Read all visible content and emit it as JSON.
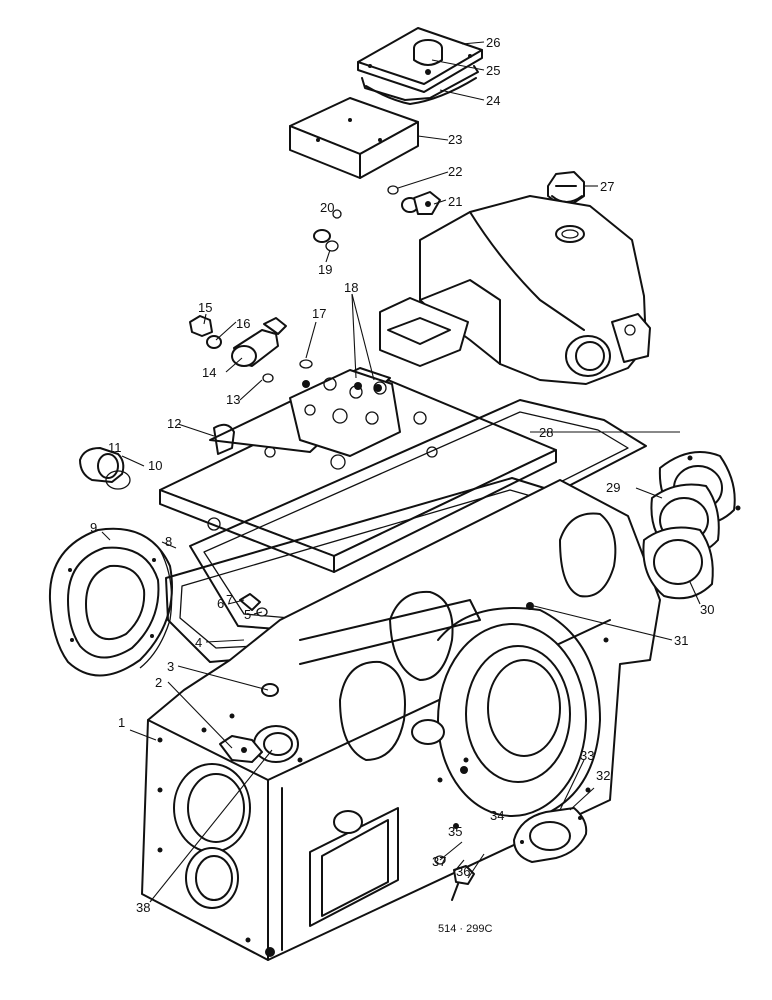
{
  "callouts": [
    "1",
    "2",
    "3",
    "4",
    "5",
    "6",
    "7",
    "8",
    "9",
    "10",
    "11",
    "12",
    "13",
    "14",
    "15",
    "16",
    "17",
    "18",
    "19",
    "20",
    "21",
    "22",
    "23",
    "24",
    "25",
    "26",
    "27",
    "28",
    "29",
    "30",
    "31",
    "32",
    "33",
    "34",
    "35",
    "36",
    "37",
    "38"
  ],
  "reference_code": "514 · 299C",
  "colors": {
    "ink": "#111111",
    "paper": "#ffffff"
  }
}
